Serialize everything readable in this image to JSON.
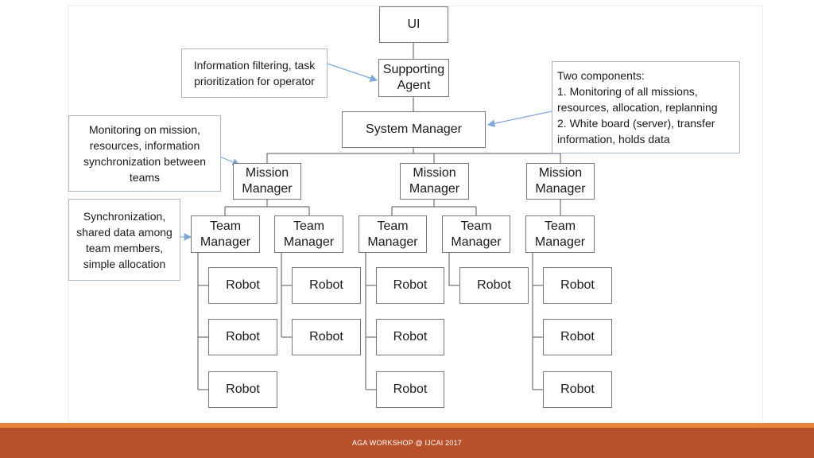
{
  "diagram": {
    "nodes": {
      "ui": "UI",
      "supporting_agent": "Supporting\nAgent",
      "system_manager": "System Manager",
      "mission_manager_1": "Mission\nManager",
      "mission_manager_2": "Mission\nManager",
      "mission_manager_3": "Mission\nManager",
      "team_manager_1": "Team\nManager",
      "team_manager_2": "Team\nManager",
      "team_manager_3": "Team\nManager",
      "team_manager_4": "Team\nManager",
      "team_manager_5": "Team\nManager",
      "robot_1": "Robot",
      "robot_2": "Robot",
      "robot_3": "Robot",
      "robot_4": "Robot",
      "robot_5": "Robot",
      "robot_6": "Robot",
      "robot_7": "Robot",
      "robot_8": "Robot",
      "robot_9": "Robot",
      "robot_10": "Robot",
      "robot_11": "Robot",
      "robot_12": "Robot"
    },
    "notes": {
      "supporting_agent_note": "Information filtering, task\nprioritization for operator",
      "system_manager_note": "Two components:\n1. Monitoring of all missions,\nresources, allocation, replanning\n2. White board (server), transfer\ninformation, holds data",
      "mission_manager_note": "Monitoring on mission,\nresources, information\nsynchronization between\nteams",
      "team_manager_note": "Synchronization,\nshared data among\nteam members,\nsimple allocation"
    },
    "colors": {
      "box_border": "#7a7a7a",
      "note_border": "#a9b6c4",
      "arrow": "#7fa7d6",
      "footer": "#b8512b",
      "footer_accent": "#e8833a"
    }
  },
  "footer": {
    "text": "AGA WORKSHOP @ IJCAI 2017"
  }
}
